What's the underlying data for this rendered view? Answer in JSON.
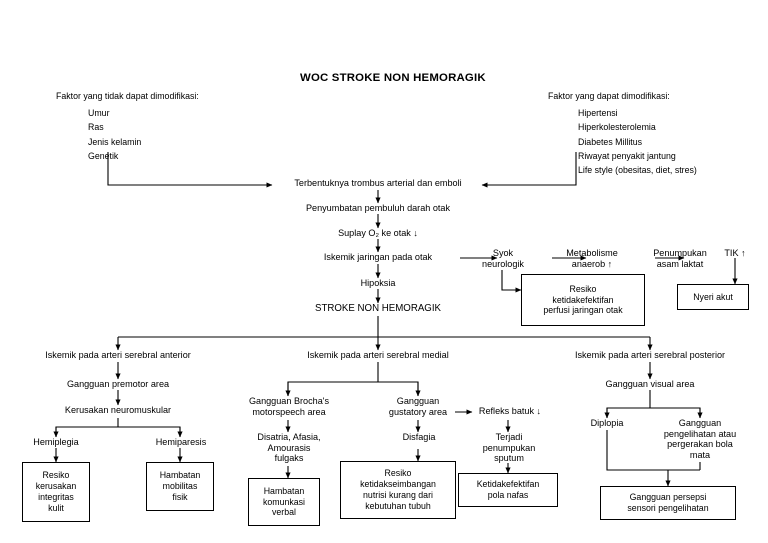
{
  "document": {
    "title": "WOC STROKE NON HEMORAGIK",
    "type": "flowchart",
    "language": "Indonesian"
  },
  "factors": {
    "non_modifiable": {
      "heading": "Faktor yang tidak dapat dimodifikasi:",
      "items": "Umur\nRas\nJenis kelamin\nGenetik"
    },
    "modifiable": {
      "heading": "Faktor yang dapat dimodifikasi:",
      "items": "Hipertensi\nHiperkolesterolemia\nDiabetes Millitus\nRiwayat penyakit jantung\nLife style (obesitas, diet, stres)"
    }
  },
  "chain": {
    "trombus": "Terbentuknya trombus arterial dan emboli",
    "penyumbatan": "Penyumbatan pembuluh darah otak",
    "suplay": "Suplay O₂ ke otak ↓",
    "iskemik": "Iskemik jaringan pada otak",
    "hipoksia": "Hipoksia",
    "stroke": "STROKE NON HEMORAGIK"
  },
  "right_chain": {
    "syok": "Syok\nneurologik",
    "metabolisme": "Metabolisme\nanaerob ↑",
    "laktat": "Penumpukan\nasam laktat",
    "tik": "TIK ↑",
    "nyeri_akut": "Nyeri akut",
    "perfusi": "Resiko\nketidakefektifan\nperfusi jaringan otak"
  },
  "branch_anterior": {
    "head": "Iskemik pada arteri serebral anterior",
    "premotor": "Gangguan premotor area",
    "kerusakan": "Kerusakan neuromuskular",
    "hemiplegia": "Hemiplegia",
    "hemiparesis": "Hemiparesis",
    "integritas_kulit": "Resiko\nkerusakan\nintegritas\nkulit",
    "mobilitas": "Hambatan\nmobilitas\nfisik"
  },
  "branch_medial": {
    "head": "Iskemik pada arteri serebral medial",
    "brocha": "Gangguan Brocha's\nmotorspeech area",
    "gustatory": "Gangguan\ngustatory area",
    "disatria": "Disatria, Afasia,\nAmourasis\nfulgaks",
    "disfagia": "Disfagia",
    "refleks_batuk": "Refleks batuk ↓",
    "sputum": "Terjadi\npenumpukan\nsputum",
    "komunikasi": "Hambatan\nkomunkasi\nverbal",
    "nutrisi": "Resiko\nketidakseimbangan\nnutrisi kurang dari\nkebutuhan tubuh",
    "pola_nafas": "Ketidakefektifan\npola nafas"
  },
  "branch_posterior": {
    "head": "Iskemik pada arteri serebral posterior",
    "visual": "Gangguan visual area",
    "diplopia": "Diplopia",
    "pengelihatan": "Gangguan\npengelihatan atau\npergerakan bola\nmata",
    "persepsi": "Gangguan persepsi\nsensori pengelihatan"
  }
}
